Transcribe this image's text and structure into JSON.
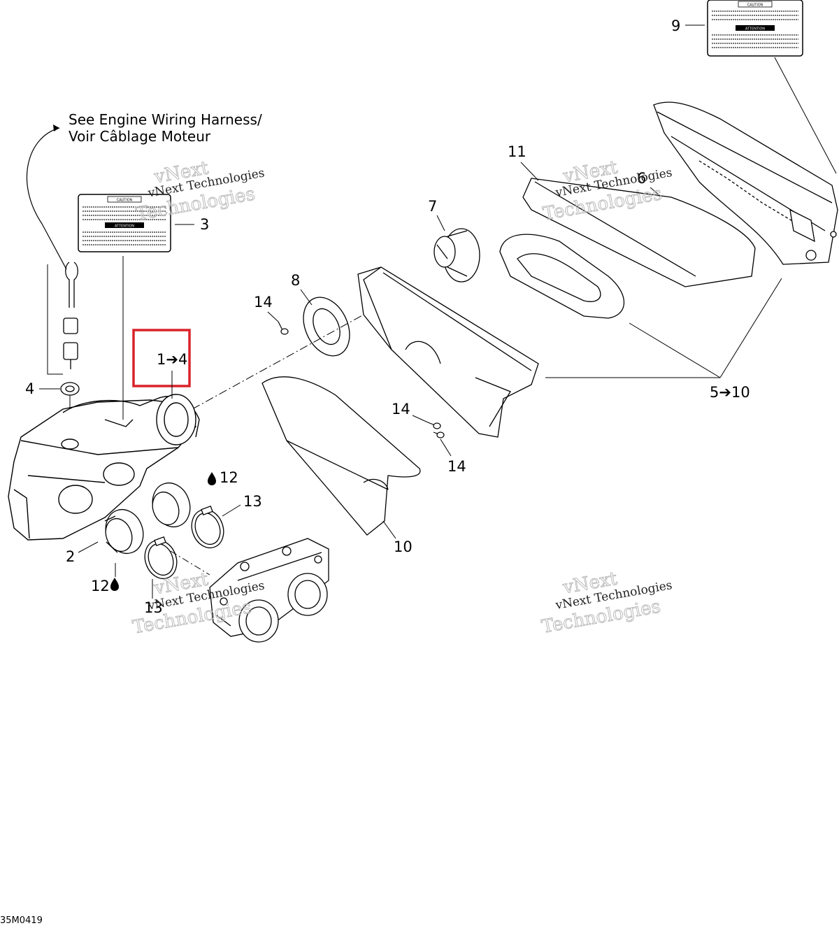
{
  "note": {
    "line1": "See Engine Wiring Harness/",
    "line2": "Voir Câblage Moteur"
  },
  "callouts": {
    "c1_4": "1➔4",
    "c2": "2",
    "c3": "3",
    "c4": "4",
    "c5_10": "5➔10",
    "c6": "6",
    "c7": "7",
    "c8": "8",
    "c9": "9",
    "c10": "10",
    "c11": "11",
    "c12a": "12",
    "c12b": "12",
    "c13a": "13",
    "c13b": "13",
    "c14a": "14",
    "c14b": "14",
    "c14c": "14"
  },
  "label": {
    "caution": "CAUTION",
    "attention": "ATTENTION"
  },
  "watermark": {
    "line1": "vNext Technologies",
    "outline1": "vNext",
    "outline2": "Technologies"
  },
  "reference": "35M0419",
  "colors": {
    "highlight": "#d9232a",
    "ink": "#000000"
  }
}
